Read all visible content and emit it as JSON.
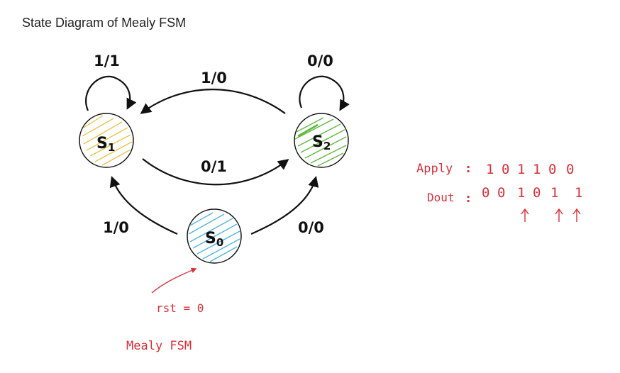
{
  "title": "State Diagram of Mealy FSM",
  "states": [
    {
      "id": "s1",
      "letter": "S",
      "sub": "1",
      "hatch": "#e8c24a"
    },
    {
      "id": "s2",
      "letter": "S",
      "sub": "2",
      "hatch": "#5db83a"
    },
    {
      "id": "s0",
      "letter": "S",
      "sub": "0",
      "hatch": "#4cb6dd"
    }
  ],
  "transitions": {
    "s1_self": "1/1",
    "s2_self": "0/0",
    "s2_to_s1": "1/0",
    "s1_to_s2": "0/1",
    "s0_to_s1": "1/0",
    "s0_to_s2": "0/0"
  },
  "annotations": {
    "apply_label": "Apply",
    "apply_sep": ":",
    "apply_bits": [
      "1",
      "0",
      "1",
      "1",
      "0",
      "0"
    ],
    "dout_label": "Dout",
    "dout_sep": ":",
    "dout_bits": [
      "0",
      "0",
      "1",
      "0",
      "1",
      "1"
    ],
    "reset": "rst = 0",
    "caption": "Mealy FSM",
    "ink_color": "#d9303a"
  }
}
